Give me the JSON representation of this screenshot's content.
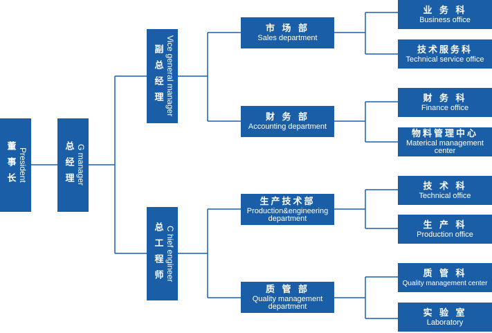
{
  "president": {
    "zh": "董事长",
    "en": "President"
  },
  "gm": {
    "zh": "总经理",
    "en": "G manager"
  },
  "vgm": {
    "zh": "副总经理",
    "en": "Vice general manager"
  },
  "ce": {
    "zh": "总工程师",
    "en": "C hief engineer"
  },
  "depts": [
    {
      "zh": "市 场 部",
      "en": [
        "Sales department"
      ]
    },
    {
      "zh": "财 务 部",
      "en": [
        "Accounting department"
      ]
    },
    {
      "zh": "生产技术部",
      "en": [
        "Production&engineering",
        "department"
      ]
    },
    {
      "zh": "质 管 部",
      "en": [
        "Quality management",
        "department"
      ]
    }
  ],
  "offices": [
    {
      "zh": "业 务 科",
      "en": [
        "Business office"
      ]
    },
    {
      "zh": "技术服务科",
      "en": [
        "Technical service office"
      ]
    },
    {
      "zh": "财 务 科",
      "en": [
        "Finance office"
      ]
    },
    {
      "zh": "物料管理中心",
      "en": [
        "Materical management",
        "center"
      ]
    },
    {
      "zh": "技 术 科",
      "en": [
        "Technical office"
      ]
    },
    {
      "zh": "生 产 科",
      "en": [
        "Production office"
      ]
    },
    {
      "zh": "质 管 科",
      "en": [
        "Quality management center"
      ]
    },
    {
      "zh": "实 验 室",
      "en": [
        "Laboratory"
      ]
    }
  ]
}
